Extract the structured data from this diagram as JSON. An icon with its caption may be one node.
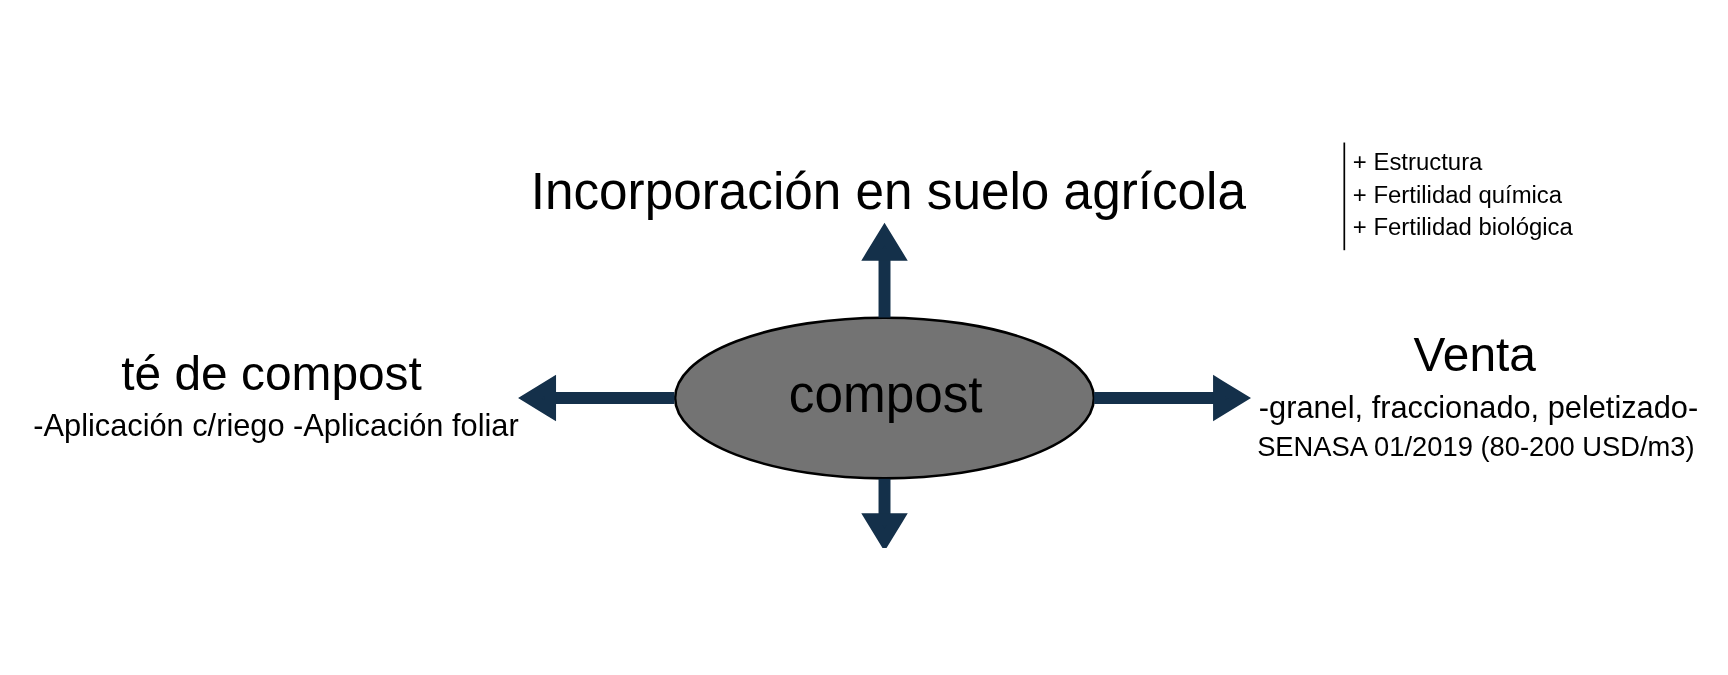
{
  "diagram": {
    "nodes": [
      {
        "text": [
          "compost"
        ]
      },
      {
        "text": [
          "Incorporación en suelo agrícola"
        ],
        "beside": [
          "+ Estructura",
          "+ Fertilidad química",
          "+ Fertilidad biológica"
        ]
      },
      {
        "text": [
          "té de compost",
          "-Aplicación c/riego -Aplicación foliar"
        ]
      },
      {
        "text": [
          "Venta",
          "-granel, fraccionado, peletizado-",
          "SENASA 01/2019 (80-200 USD/m3)"
        ]
      }
    ],
    "edges": [
      {
        "from": 0,
        "to": 1,
        "arrow": "to"
      },
      {
        "from": 0,
        "to": 2,
        "arrow": "to"
      },
      {
        "from": 0,
        "to": 3,
        "arrow": "to"
      },
      {
        "from": 0,
        "to": null,
        "arrow": "to"
      }
    ]
  }
}
